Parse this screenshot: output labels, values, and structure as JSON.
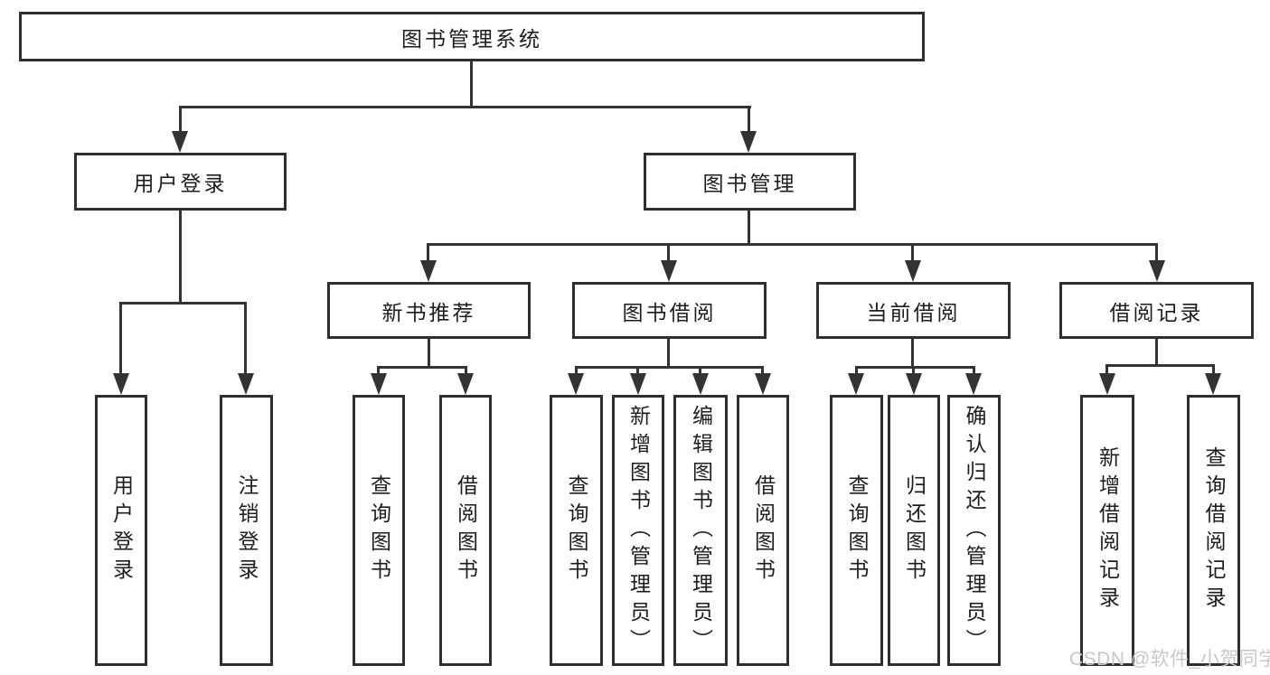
{
  "diagram_title": "图书管理系统",
  "tree": {
    "label": "图书管理系统",
    "children": [
      {
        "label": "用户登录",
        "children": [
          {
            "label": "用户登录"
          },
          {
            "label": "注销登录"
          }
        ]
      },
      {
        "label": "图书管理",
        "children": [
          {
            "label": "新书推荐",
            "children": [
              {
                "label": "查询图书"
              },
              {
                "label": "借阅图书"
              }
            ]
          },
          {
            "label": "图书借阅",
            "children": [
              {
                "label": "查询图书"
              },
              {
                "label": "新增图书（管理员）"
              },
              {
                "label": "编辑图书（管理员）"
              },
              {
                "label": "借阅图书"
              }
            ]
          },
          {
            "label": "当前借阅",
            "children": [
              {
                "label": "查询图书"
              },
              {
                "label": "归还图书"
              },
              {
                "label": "确认归还（管理员）"
              }
            ]
          },
          {
            "label": "借阅记录",
            "children": [
              {
                "label": "新增借阅记录"
              },
              {
                "label": "查询借阅记录"
              }
            ]
          }
        ]
      }
    ]
  },
  "watermark": {
    "text": "CSDN @软件_小贺同学"
  },
  "colors": {
    "line": "#333333",
    "box_border": "#2f2f2f",
    "text": "#1d1d1d",
    "watermark": "#c8c8c8",
    "background": "#ffffff"
  }
}
